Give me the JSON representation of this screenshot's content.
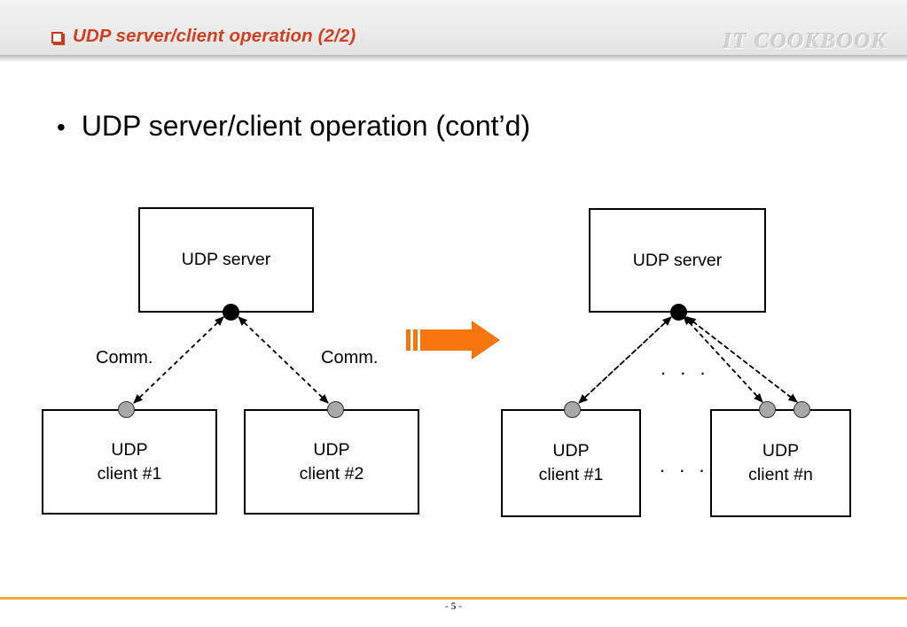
{
  "header": {
    "bullet_icon": "square-bullet-icon",
    "title": "UDP server/client operation (2/2)",
    "brand": "IT COOKBOOK",
    "accent_color": "#cf4020",
    "bar_color": "#ececec"
  },
  "slide": {
    "bullet": "•",
    "heading": "UDP server/client operation (cont’d)"
  },
  "diagrams": {
    "left": {
      "server": "UDP server",
      "clients": [
        "UDP\nclient #1",
        "UDP\nclient #2"
      ],
      "client_lines": [
        [
          "UDP",
          "client #1"
        ],
        [
          "UDP",
          "client #2"
        ]
      ],
      "edge_labels": [
        "Comm.",
        "Comm."
      ]
    },
    "right": {
      "server": "UDP server",
      "client_lines": [
        [
          "UDP",
          "client #1"
        ],
        [
          "UDP",
          "client #n"
        ]
      ],
      "ellipsis_upper": ". . .",
      "ellipsis_lower": ". . ."
    }
  },
  "transition": {
    "icon": "right-arrow-icon",
    "color": "#f4760d"
  },
  "footer": {
    "page_label": "- 5 -",
    "rule_color": "#f0ac3c"
  }
}
